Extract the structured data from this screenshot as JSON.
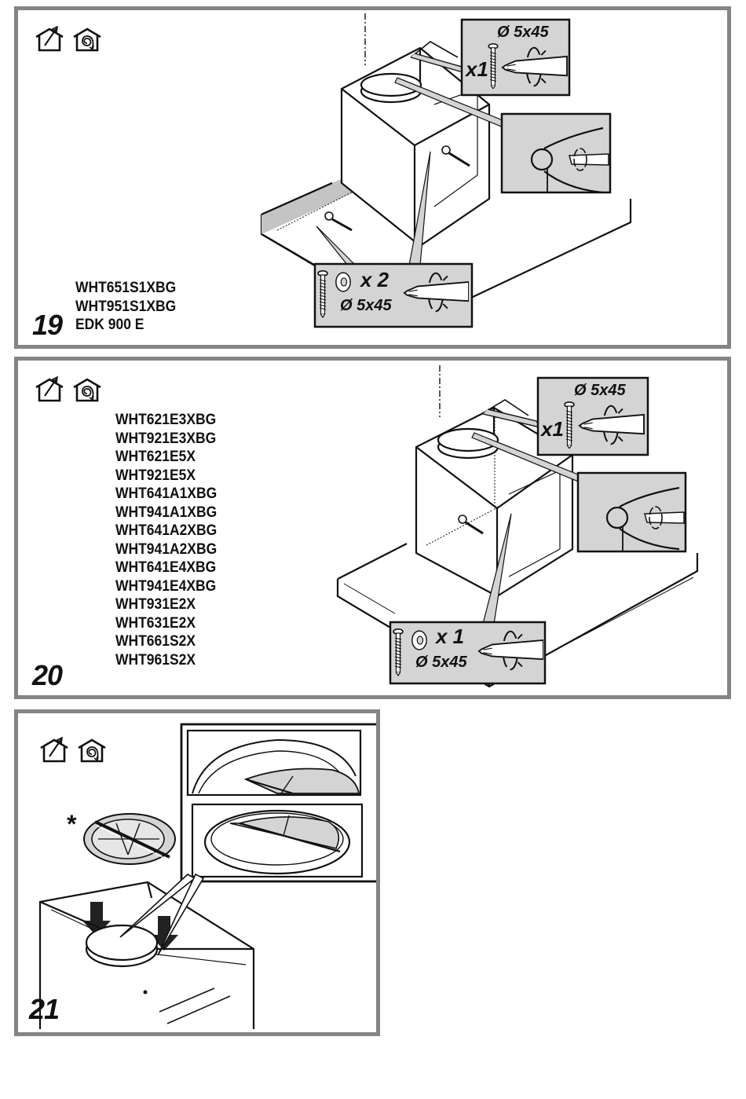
{
  "page": {
    "background": "#ffffff",
    "frame_color": "#858585",
    "callout_fill": "#d4d4d4",
    "highlight_fill": "#c4c4c4"
  },
  "icons": {
    "extraction_mode": "house-with-outlet-arrow-icon",
    "recirculation_mode": "house-with-recirculation-spiral-icon"
  },
  "steps": [
    {
      "number": "19",
      "models": [
        "WHT651S1XBG",
        "WHT951S1XBG",
        "EDK 900 E"
      ],
      "callouts": [
        {
          "type": "screw",
          "quantity": "x1",
          "size": "Ø 5x45"
        },
        {
          "type": "detail-zoom",
          "label": ""
        },
        {
          "type": "screw-washer",
          "quantity": "x 2",
          "size": "Ø 5x45"
        }
      ]
    },
    {
      "number": "20",
      "models": [
        "WHT621E3XBG",
        "WHT921E3XBG",
        "WHT621E5X",
        "WHT921E5X",
        "WHT641A1XBG",
        "WHT941A1XBG",
        "WHT641A2XBG",
        "WHT941A2XBG",
        "WHT641E4XBG",
        "WHT941E4XBG",
        "WHT931E2X",
        "WHT631E2X",
        "WHT661S2X",
        "WHT961S2X"
      ],
      "callouts": [
        {
          "type": "screw",
          "quantity": "x1",
          "size": "Ø 5x45"
        },
        {
          "type": "detail-zoom",
          "label": ""
        },
        {
          "type": "screw-washer",
          "quantity": "x 1",
          "size": "Ø 5x45"
        }
      ]
    },
    {
      "number": "21",
      "models": [],
      "optional_marker": "*",
      "callouts": [
        {
          "type": "detail-zoom",
          "label": ""
        },
        {
          "type": "detail-zoom",
          "label": ""
        }
      ]
    }
  ]
}
